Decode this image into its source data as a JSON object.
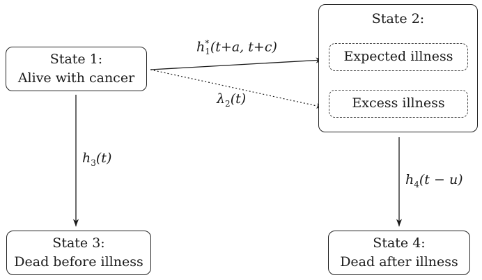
{
  "states": {
    "s1": {
      "title": "State 1:",
      "subtitle": "Alive with cancer"
    },
    "s2": {
      "title": "State 2:",
      "sub_expected": "Expected illness",
      "sub_excess": "Excess illness"
    },
    "s3": {
      "title": "State 3:",
      "subtitle": "Dead before illness"
    },
    "s4": {
      "title": "State 4:",
      "subtitle": "Dead after illness"
    }
  },
  "transitions": {
    "t12_expected": {
      "base": "h",
      "sub": "1",
      "sup": "*",
      "args": "(t+a, t+c)"
    },
    "t12_excess": {
      "base": "λ",
      "sub": "2",
      "args": "(t)"
    },
    "t13": {
      "base": "h",
      "sub": "3",
      "args": "(t)"
    },
    "t24": {
      "base": "h",
      "sub": "4",
      "args": "(t − u)"
    }
  },
  "colors": {
    "line": "#1a1a1a",
    "text": "#1a1a1a"
  }
}
